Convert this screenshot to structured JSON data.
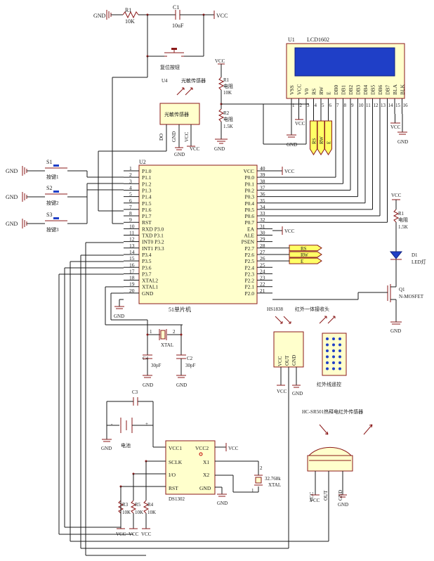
{
  "power": {
    "gnd": "GND",
    "vcc": "VCC"
  },
  "reset": {
    "r1_ref": "R1",
    "r1_val": "10K",
    "c1_ref": "C1",
    "c1_val": "10uF",
    "button": "复位按钮"
  },
  "lcd": {
    "ref": "U1",
    "model": "LCD1602",
    "pins": [
      "VSS",
      "VCC",
      "V0",
      "RS",
      "RW",
      "E",
      "DB0",
      "DB1",
      "DB2",
      "DB3",
      "DB4",
      "DB5",
      "DB6",
      "DB7",
      "BLA",
      "BLK"
    ],
    "pin_nums": [
      "1",
      "2",
      "3",
      "4",
      "5",
      "6",
      "7",
      "8",
      "9",
      "10",
      "11",
      "12",
      "13",
      "14",
      "15",
      "16"
    ],
    "r1_ref": "R1",
    "r1_name": "电阻",
    "r1_val": "10K",
    "r2_ref": "R2",
    "r2_name": "电阻",
    "r2_val": "1.5K",
    "bus": [
      "RS",
      "RW",
      "E"
    ]
  },
  "light": {
    "ref": "U4",
    "title": "光敏传感器",
    "body": "光敏传感器",
    "pins": [
      "DO",
      "GND",
      "VCC"
    ]
  },
  "buttons": [
    {
      "ref": "S1",
      "label": "按键1"
    },
    {
      "ref": "S2",
      "label": "按键2"
    },
    {
      "ref": "S3",
      "label": "按键3"
    }
  ],
  "mcu": {
    "ref": "U2",
    "name": "51单片机",
    "left_nums": [
      "1",
      "2",
      "3",
      "4",
      "5",
      "6",
      "7",
      "8",
      "9",
      "10",
      "11",
      "12",
      "13",
      "14",
      "15",
      "16",
      "17",
      "18",
      "19",
      "20"
    ],
    "left_pins": [
      "P1.0",
      "P1.1",
      "P1.2",
      "P1.3",
      "P1.4",
      "P1.5",
      "P1.6",
      "P1.7",
      "RST",
      "RXD P3.0",
      "TXD P3.1",
      "INT0 P3.2",
      "INT1 P3.3",
      "P3.4",
      "P3.5",
      "P3.6",
      "P3.7",
      "XTAL2",
      "XTAL1",
      "GND"
    ],
    "right_nums": [
      "40",
      "39",
      "38",
      "37",
      "36",
      "35",
      "34",
      "33",
      "32",
      "31",
      "30",
      "29",
      "28",
      "27",
      "26",
      "25",
      "24",
      "23",
      "22",
      "21"
    ],
    "right_pins": [
      "VCC",
      "P0.0",
      "P0.1",
      "P0.2",
      "P0.3",
      "P0.4",
      "P0.5",
      "P0.6",
      "P0.7",
      "EA",
      "ALE",
      "PSEN",
      "P2.7",
      "P2.6",
      "P2.5",
      "P2.4",
      "P2.3",
      "P2.2",
      "P2.1",
      "P2.0"
    ],
    "bus": [
      "RS",
      "RW",
      "E"
    ]
  },
  "crystal": {
    "label": "XTAL",
    "c4_ref": "C4",
    "c4_val": "30pF",
    "c2_ref": "C2",
    "c2_val": "30pF",
    "pin1": "1",
    "pin2": "2"
  },
  "led": {
    "r_ref": "R1",
    "r_name": "电阻",
    "r_val": "1.5K",
    "d_ref": "D1",
    "d_name": "LED灯",
    "q_ref": "Q1",
    "q_name": "N-MOSFET"
  },
  "ir": {
    "module": "HS1838",
    "title": "红外一体接收头",
    "pins": [
      "VCC",
      "OUT",
      "GND"
    ],
    "remote": "红外线遥控"
  },
  "battery": {
    "c3_ref": "C3",
    "name": "电池",
    "minus": "-",
    "plus": "+"
  },
  "rtc": {
    "ref": "DS1302",
    "pins": [
      "VCC1",
      "VCC2",
      "SCLK",
      "X1",
      "I/O",
      "X2",
      "RST",
      "GND"
    ],
    "xtal_val": "32.768k",
    "xtal_label": "XTAL",
    "pin1": "1",
    "pin2": "2",
    "resistors": [
      {
        "ref": "R3",
        "val": "10K"
      },
      {
        "ref": "R5",
        "val": "10K"
      },
      {
        "ref": "R4",
        "val": "10K"
      }
    ]
  },
  "pir": {
    "title": "HC-SR501热释电红外传感器",
    "pins": [
      "VCC",
      "OUT",
      "GND"
    ]
  }
}
